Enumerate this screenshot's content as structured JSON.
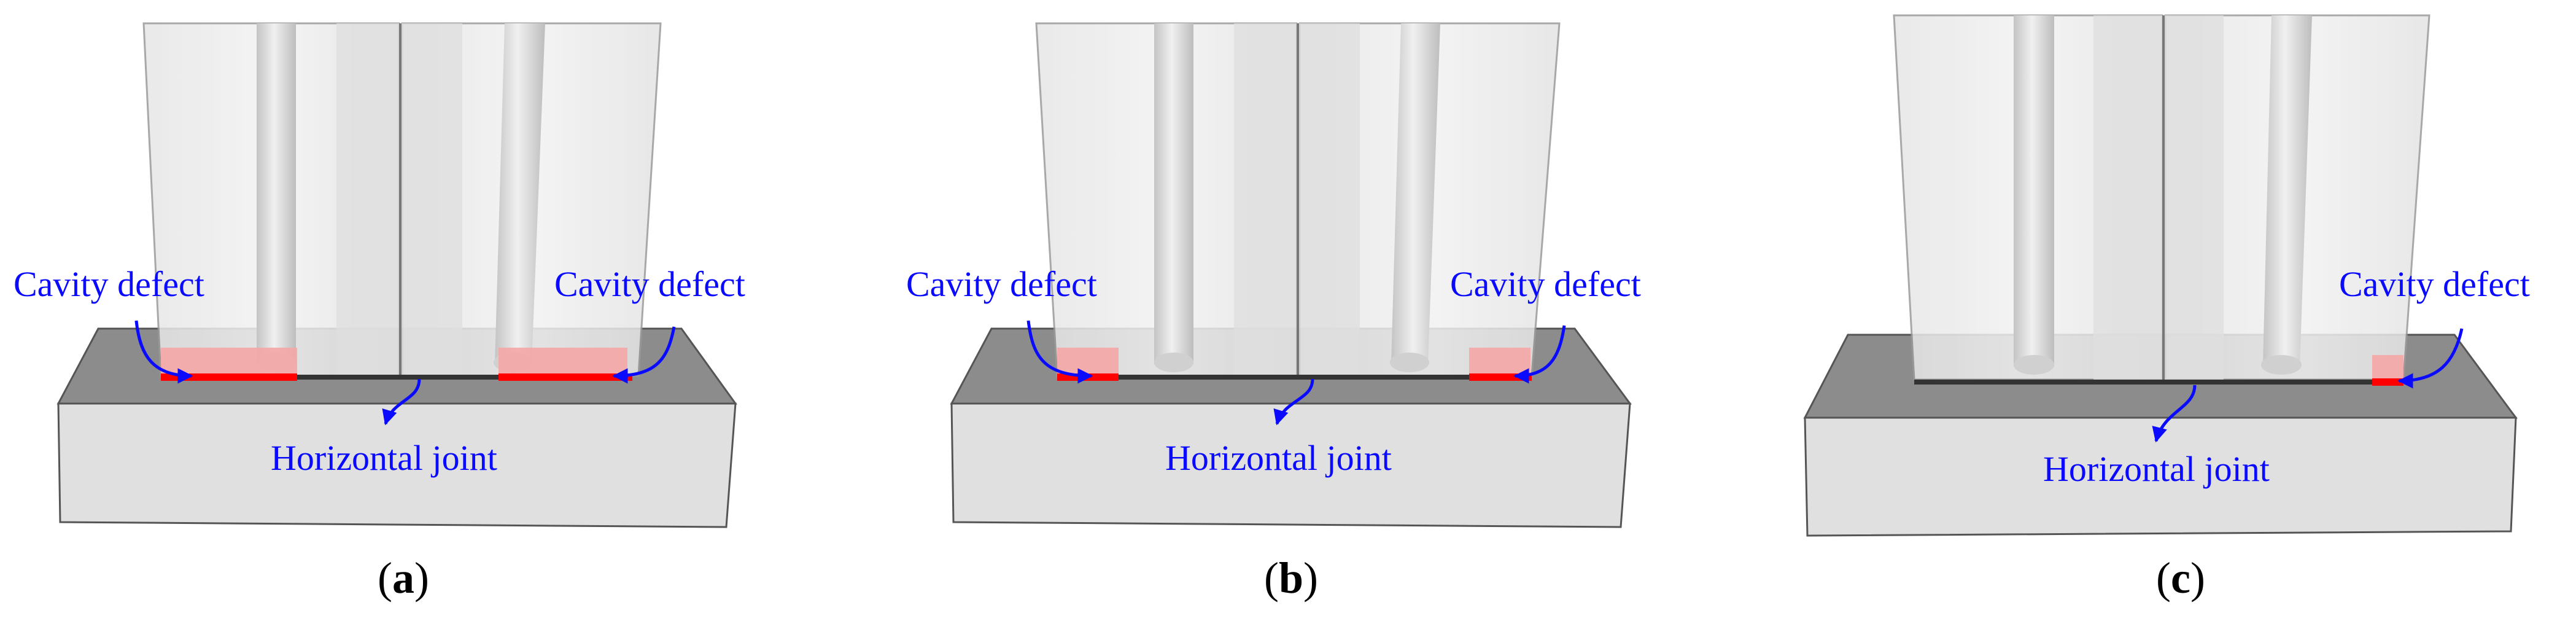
{
  "colors": {
    "annotation": "#0a0aff",
    "defect": "#ff0000",
    "defect_fill": "#f4a6a6",
    "base_top": "#8c8c8c",
    "base_front": "#e0e0e0",
    "wall": "#eeeeee",
    "rebar": "#d9d9d9"
  },
  "panels": [
    {
      "id": "a",
      "caption_open": "(",
      "caption_letter": "a",
      "caption_close": ")",
      "label_left": "Cavity defect",
      "label_right": "Cavity defect",
      "label_joint": "Horizontal joint"
    },
    {
      "id": "b",
      "caption_open": "(",
      "caption_letter": "b",
      "caption_close": ")",
      "label_left": "Cavity defect",
      "label_right": "Cavity defect",
      "label_joint": "Horizontal joint"
    },
    {
      "id": "c",
      "caption_open": "(",
      "caption_letter": "c",
      "caption_close": ")",
      "label_right": "Cavity defect",
      "label_joint": "Horizontal joint"
    }
  ]
}
